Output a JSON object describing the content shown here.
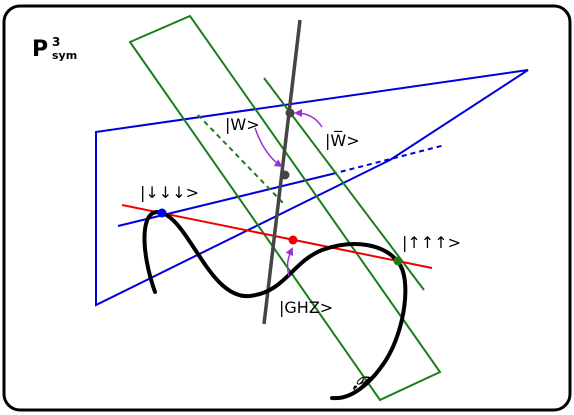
{
  "title": {
    "main": "P",
    "superscript": "3",
    "subscript": "sym"
  },
  "labels": {
    "w_state": "|W>",
    "w_bar_state": "|W̅>",
    "down_state": "|↓↓↓>",
    "up_state": "|↑↑↑>",
    "ghz_state": "|GHZ>",
    "curve_name": "𝒯"
  },
  "colors": {
    "frame": "#000000",
    "blue_plane": "#0000dd",
    "green_plane": "#1a7f1a",
    "red_line": "#ee0000",
    "axis_line": "#444444",
    "arrow": "#9b30d9",
    "curve": "#000000",
    "point_dark": "#444444",
    "point_blue": "#0000ee",
    "point_red": "#ee0000",
    "point_green": "#1a7f1a"
  }
}
